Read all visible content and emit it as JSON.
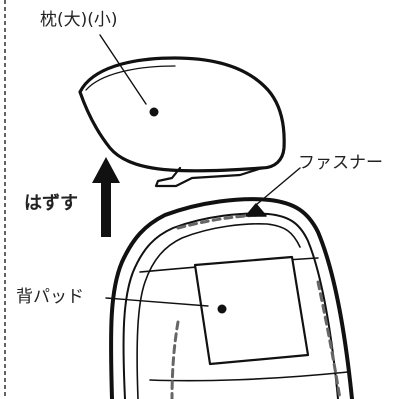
{
  "labels": {
    "pillow": "枕(大)(小)",
    "zipper": "ファスナー",
    "remove": "はずす",
    "back_pad": "背パッド"
  }
}
